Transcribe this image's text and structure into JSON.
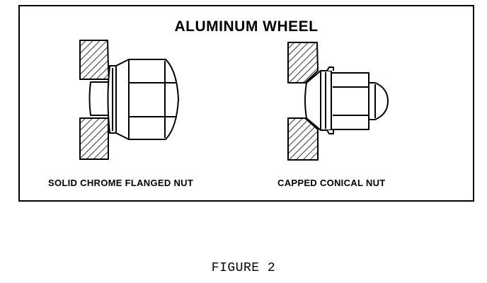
{
  "panel": {
    "title": "ALUMINUM WHEEL"
  },
  "nuts": [
    {
      "label": "SOLID CHROME FLANGED NUT"
    },
    {
      "label": "CAPPED CONICAL NUT"
    }
  ],
  "figure": {
    "caption": "FIGURE 2"
  },
  "colors": {
    "ink": "#000000",
    "background": "#ffffff"
  }
}
